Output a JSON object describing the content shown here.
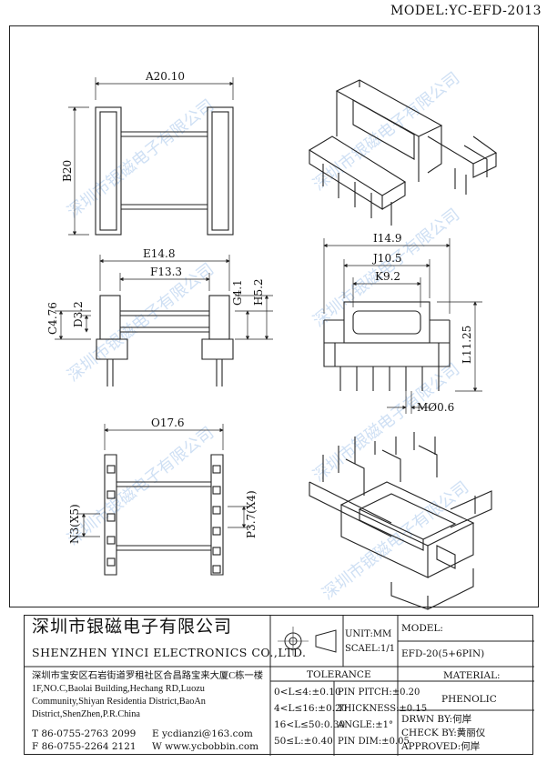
{
  "header": {
    "model_top": "MODEL:YC-EFD-2013"
  },
  "watermark": "深圳市银磁电子有限公司",
  "dimensions": {
    "a": "A20.10",
    "b": "B20",
    "e": "E14.8",
    "f": "F13.3",
    "g": "G4.1",
    "h": "H5.2",
    "c": "C4.76",
    "d": "D3.2",
    "i": "I14.9",
    "j": "J10.5",
    "k": "K9.2",
    "l": "L11.25",
    "m": "MØ0.6",
    "o": "O17.6",
    "n": "N3(X5)",
    "p": "P3.7(X4)"
  },
  "title_block": {
    "company_cn": "深圳市银磁电子有限公司",
    "company_en": "SHENZHEN YINCI ELECTRONICS CO.,LTD.",
    "address_cn": "深圳市宝安区石岩街道罗租社区合昌路宝来大厦C栋一楼",
    "address_en_1": "1F,NO.C,Baolai Building,Hechang RD,Luozu",
    "address_en_2": "Community,Shiyan Residentia District,BaoAn",
    "address_en_3": "District,ShenZhen,P.R.China",
    "tel": "T 86-0755-2763 2099",
    "fax": "F 86-0755-2264 2121",
    "email": "E ycdianzi@163.com",
    "web": "W www.ycbobbin.com",
    "unit": "UNIT:MM",
    "scale": "SCAEL:1/1",
    "model_label": "MODEL:",
    "model_value": "EFD-20(5+6PIN)",
    "tolerance_title": "TOLERANCE",
    "tolerances": [
      "0<L≤4:±0.10",
      "4<L≤16:±0.20",
      "16<L≤50:0.30",
      "50≤L:±0.40"
    ],
    "pin_pitch": "PIN PITCH:±0.20",
    "thickness": "THICKNESS:±0.15",
    "angle": "ANGLE:±1°",
    "pin_dim": "PIN DIM:±0.05",
    "material_label": "MATERIAL:",
    "material_value": "PHENOLIC",
    "drawn_by": "DRWN BY:何岸",
    "check_by": "CHECK BY:黄丽仪",
    "approved": "APPROVED:何岸"
  }
}
